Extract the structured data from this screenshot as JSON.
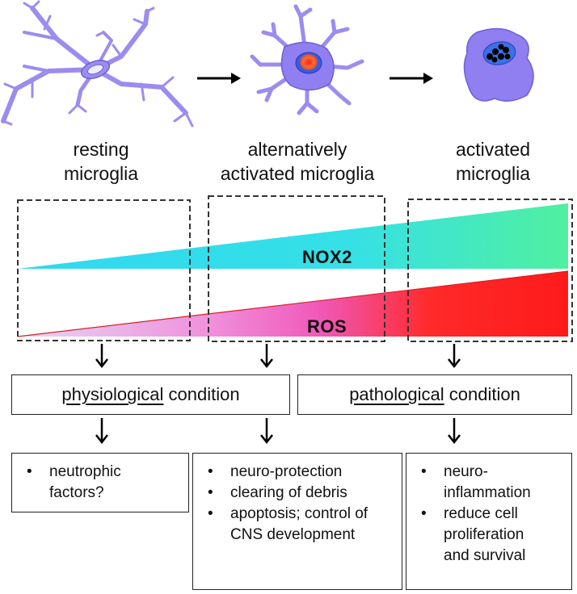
{
  "stages": [
    {
      "line1": "resting",
      "line2": "microglia"
    },
    {
      "line1": "alternatively",
      "line2": "activated microglia"
    },
    {
      "line1": "activated",
      "line2": "microglia"
    }
  ],
  "gradients": {
    "nox2_label": "NOX2",
    "ros_label": "ROS"
  },
  "conditions": {
    "physiological": {
      "underlined": "physiological",
      "rest": " condition"
    },
    "pathological": {
      "underlined": "pathological",
      "rest": " condition"
    }
  },
  "outcomes": {
    "resting": [
      "neutrophic factors?"
    ],
    "alternative": [
      "neuro-protection",
      "clearing of debris",
      "apoptosis; control of CNS development"
    ],
    "activated": [
      "neuro-inflammation",
      "reduce cell proliferation and survival"
    ]
  },
  "colors": {
    "cell_purple": "#9b8cf0",
    "cell_outline": "#6f5fd6",
    "nox2_start": "#30d8f0",
    "nox2_end": "#50f0a0",
    "ros_start": "#d8c8f0",
    "ros_mid": "#f060c8",
    "ros_end": "#ff1a1a"
  }
}
